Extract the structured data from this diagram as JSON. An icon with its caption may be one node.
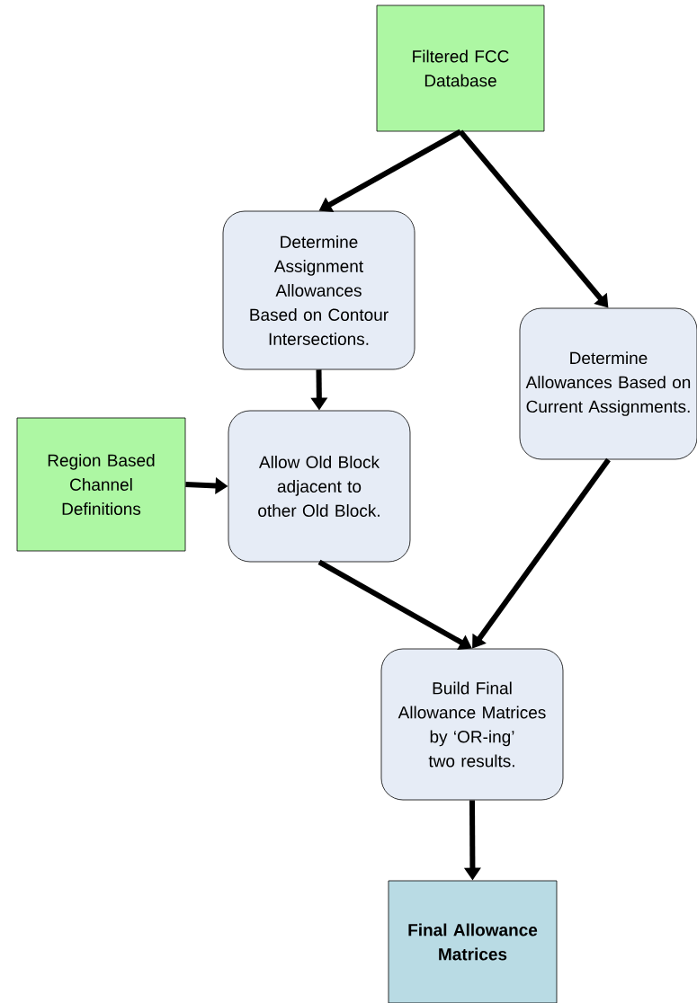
{
  "diagram": {
    "nodes": [
      {
        "text": [
          "Filtered FCC Database"
        ]
      },
      {
        "text": [
          "Determine Assignment Allowances Based on Contour Intersections."
        ]
      },
      {
        "text": [
          "Determine Allowances Based on Current Assignments."
        ]
      },
      {
        "text": [
          "Region Based Channel Definitions"
        ]
      },
      {
        "text": [
          "Allow Old Block adjacent to other Old Block."
        ]
      },
      {
        "text": [
          "Build Final Allowance Matrices by ‘OR-ing’ two results."
        ]
      },
      {
        "text": [
          "Final Allowance Matrices"
        ]
      }
    ],
    "edges": [
      {
        "from": 0,
        "to": 1,
        "arrow": "to"
      },
      {
        "from": 0,
        "to": 2,
        "arrow": "to"
      },
      {
        "from": 1,
        "to": 4,
        "arrow": "to"
      },
      {
        "from": 3,
        "to": 4,
        "arrow": "to"
      },
      {
        "from": 4,
        "to": 5,
        "arrow": "to"
      },
      {
        "from": 2,
        "to": 5,
        "arrow": "to"
      },
      {
        "from": 5,
        "to": 6,
        "arrow": "to"
      }
    ]
  }
}
